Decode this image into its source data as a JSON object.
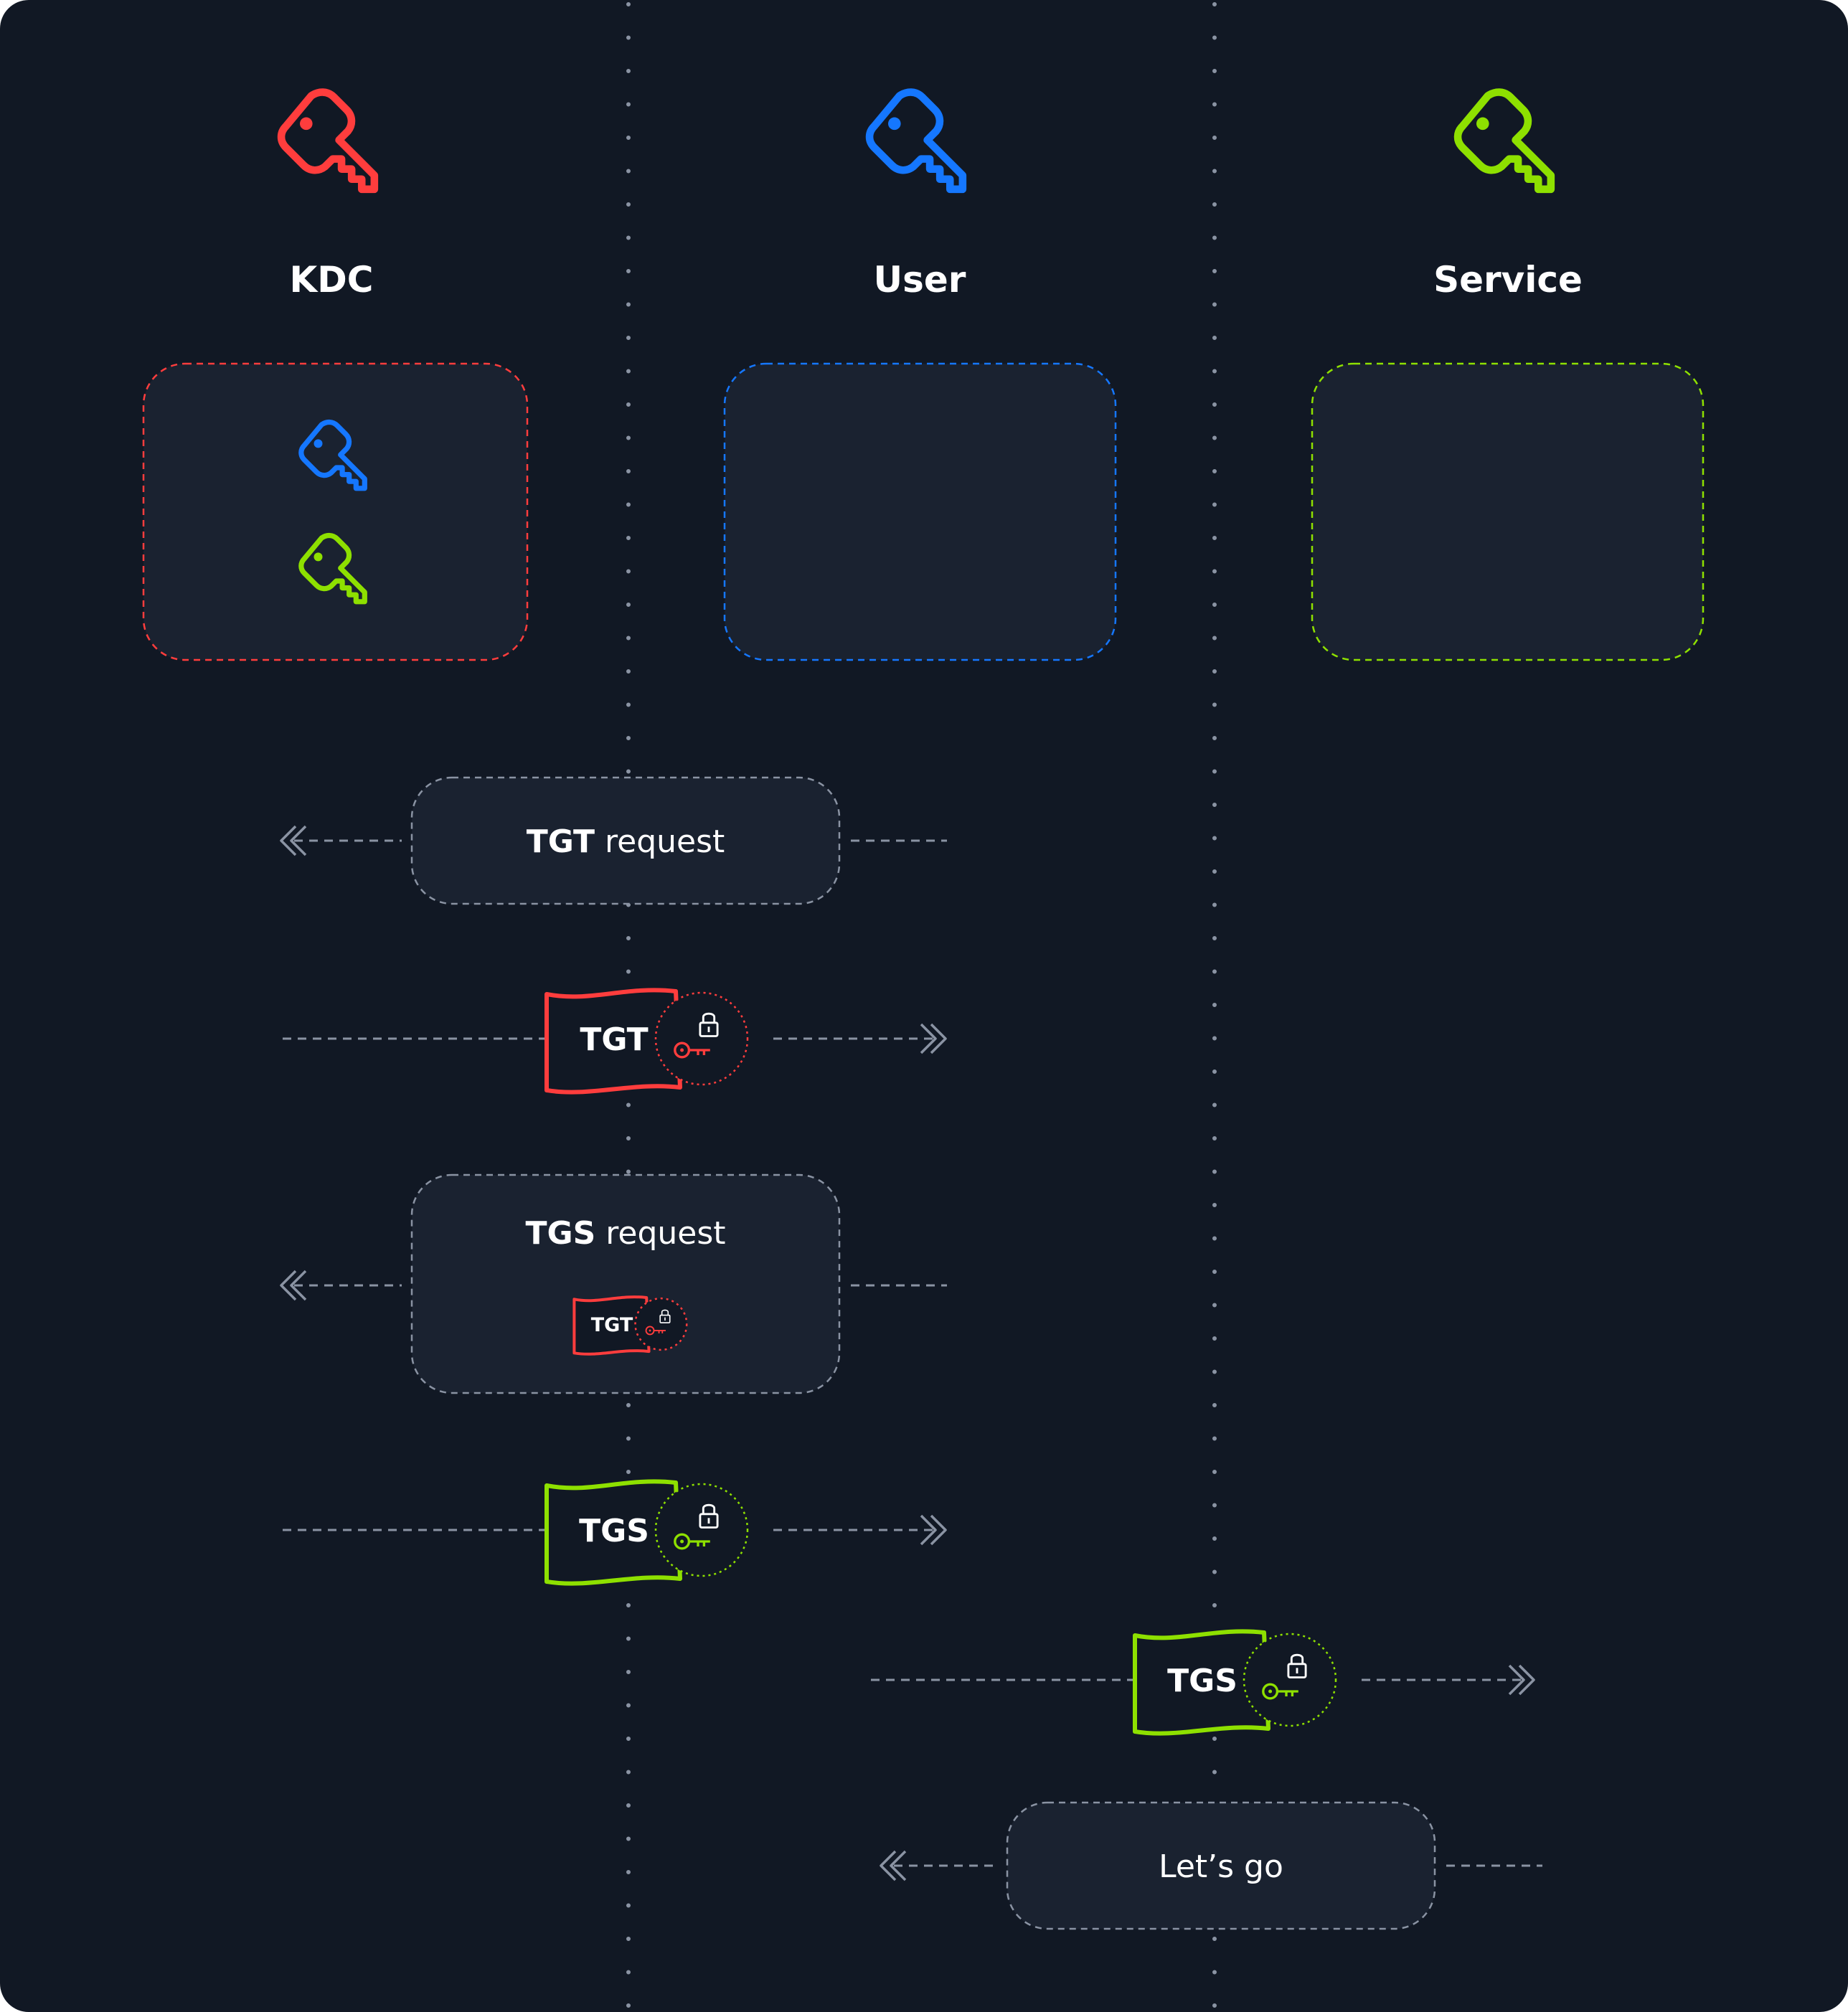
{
  "colors": {
    "background": "#111824",
    "panel": "#1a2230",
    "lifeline": "#8a93a3",
    "arrow": "#8a93a3",
    "kdc": "#ff3d3d",
    "user": "#1577ff",
    "service": "#8ee000",
    "text": "#ffffff"
  },
  "actors": [
    {
      "id": "kdc",
      "label": "KDC",
      "color": "#ff3d3d",
      "icon": "key-icon"
    },
    {
      "id": "user",
      "label": "User",
      "color": "#1577ff",
      "icon": "key-icon"
    },
    {
      "id": "service",
      "label": "Service",
      "color": "#8ee000",
      "icon": "key-icon"
    }
  ],
  "key_stores": [
    {
      "owner": "kdc",
      "keys": [
        "user",
        "service"
      ]
    },
    {
      "owner": "user",
      "keys": []
    },
    {
      "owner": "service",
      "keys": []
    }
  ],
  "messages": [
    {
      "kind": "request",
      "from": "user",
      "to": "kdc",
      "bold": "TGT",
      "text": " request"
    },
    {
      "kind": "ticket",
      "from": "kdc",
      "to": "user",
      "label": "TGT",
      "color": "#ff3d3d",
      "icon": "lock-key-icon"
    },
    {
      "kind": "request",
      "from": "user",
      "to": "kdc",
      "bold": "TGS",
      "text": " request",
      "attachment": {
        "label": "TGT",
        "color": "#ff3d3d"
      }
    },
    {
      "kind": "ticket",
      "from": "kdc",
      "to": "user",
      "label": "TGS",
      "color": "#8ee000",
      "icon": "lock-key-icon"
    },
    {
      "kind": "ticket",
      "from": "user",
      "to": "service",
      "label": "TGS",
      "color": "#8ee000",
      "icon": "lock-key-icon"
    },
    {
      "kind": "response",
      "from": "service",
      "to": "user",
      "text": "Let’s go"
    }
  ]
}
